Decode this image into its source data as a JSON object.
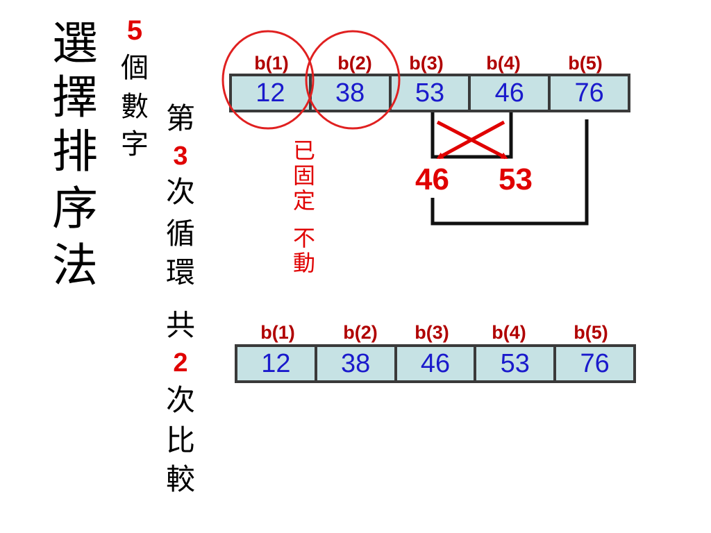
{
  "title": [
    "選",
    "擇",
    "排",
    "序",
    "法"
  ],
  "count": {
    "number": "5",
    "chars": [
      "個",
      "數",
      "字"
    ]
  },
  "loop": {
    "prefix": "第",
    "number": "3",
    "chars": [
      "次",
      "循",
      "環"
    ],
    "total_prefix": "共",
    "total_number": "2",
    "total_chars": [
      "次",
      "比",
      "較"
    ]
  },
  "fixed_note": [
    "已",
    "固",
    "定",
    "不",
    "動"
  ],
  "top_array": {
    "labels": [
      "b(1)",
      "b(2)",
      "b(3)",
      "b(4)",
      "b(5)"
    ],
    "values": [
      "12",
      "38",
      "53",
      "46",
      "76"
    ]
  },
  "swap": {
    "left": "46",
    "right": "53"
  },
  "bottom_array": {
    "labels": [
      "b(1)",
      "b(2)",
      "b(3)",
      "b(4)",
      "b(5)"
    ],
    "values": [
      "12",
      "38",
      "46",
      "53",
      "76"
    ]
  },
  "colors": {
    "accent": "#e00000",
    "cell_bg": "#c6e2e4",
    "cell_text": "#1a1acc",
    "border": "#3a3a3a"
  }
}
